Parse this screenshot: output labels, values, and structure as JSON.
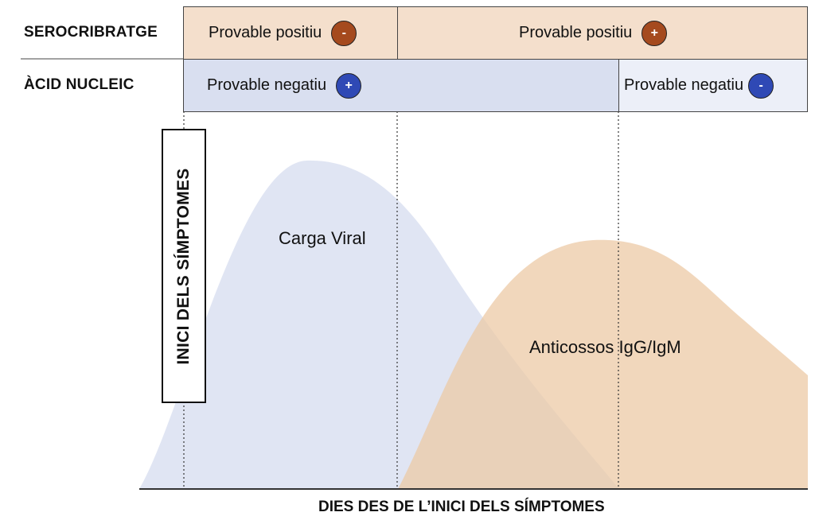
{
  "rows": {
    "serology_label": "SEROCRIBRATGE",
    "nucleic_label": "ÀCID NUCLEIC"
  },
  "serology": [
    {
      "text": "Provable positiu",
      "badge": "-"
    },
    {
      "text": "Provable positiu",
      "badge": "+"
    }
  ],
  "nucleic": [
    {
      "text": "Provable negatiu",
      "badge": "+"
    },
    {
      "text": "Provable negatiu",
      "badge": "-"
    }
  ],
  "curves": {
    "viral_label": "Carga Viral",
    "antibody_label": "Anticossos IgG/IgM"
  },
  "onset_label": "INICI DELS SÍMPTOMES",
  "x_axis_label": "DIES DES DE L’INICI DELS SÍMPTOMES",
  "colors": {
    "viral_fill": "#d5dcef",
    "antibody_fill": "#ecc9a6",
    "serology_bg": "#f4dfcc",
    "nucleic_bg_1": "#d9dff0",
    "nucleic_bg_2": "#eceff8",
    "badge_brown": "#a54a1e",
    "badge_blue": "#2f49b5"
  }
}
